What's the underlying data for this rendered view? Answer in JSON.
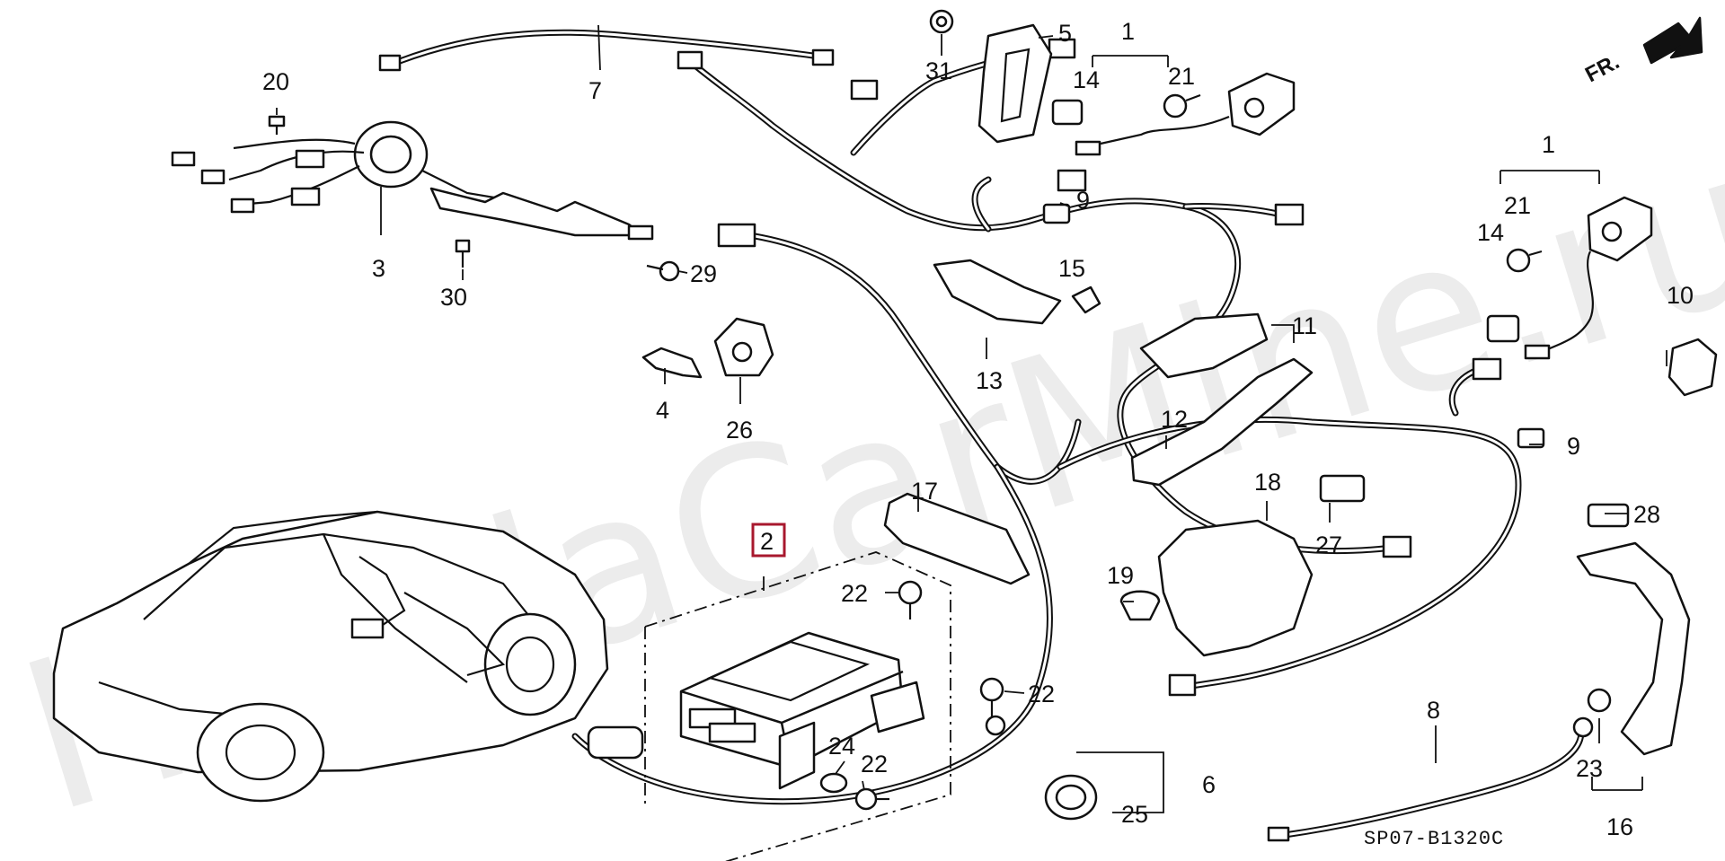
{
  "diagram": {
    "watermark": "HondaCarMine.ru",
    "drawing_code": "SP07-B1320C",
    "direction_label": "FR.",
    "highlighted_part": "2",
    "callouts": [
      {
        "id": "c1a",
        "text": "1"
      },
      {
        "id": "c1b",
        "text": "1"
      },
      {
        "id": "c2",
        "text": "2"
      },
      {
        "id": "c3",
        "text": "3"
      },
      {
        "id": "c4",
        "text": "4"
      },
      {
        "id": "c5",
        "text": "5"
      },
      {
        "id": "c6",
        "text": "6"
      },
      {
        "id": "c7",
        "text": "7"
      },
      {
        "id": "c8",
        "text": "8"
      },
      {
        "id": "c9a",
        "text": "9"
      },
      {
        "id": "c9b",
        "text": "9"
      },
      {
        "id": "c10",
        "text": "10"
      },
      {
        "id": "c11",
        "text": "11"
      },
      {
        "id": "c12",
        "text": "12"
      },
      {
        "id": "c13",
        "text": "13"
      },
      {
        "id": "c14a",
        "text": "14"
      },
      {
        "id": "c14b",
        "text": "14"
      },
      {
        "id": "c15",
        "text": "15"
      },
      {
        "id": "c16",
        "text": "16"
      },
      {
        "id": "c17",
        "text": "17"
      },
      {
        "id": "c18",
        "text": "18"
      },
      {
        "id": "c19",
        "text": "19"
      },
      {
        "id": "c20",
        "text": "20"
      },
      {
        "id": "c21a",
        "text": "21"
      },
      {
        "id": "c21b",
        "text": "21"
      },
      {
        "id": "c22a",
        "text": "22"
      },
      {
        "id": "c22b",
        "text": "22"
      },
      {
        "id": "c22c",
        "text": "22"
      },
      {
        "id": "c23",
        "text": "23"
      },
      {
        "id": "c24",
        "text": "24"
      },
      {
        "id": "c25",
        "text": "25"
      },
      {
        "id": "c26",
        "text": "26"
      },
      {
        "id": "c27",
        "text": "27"
      },
      {
        "id": "c28",
        "text": "28"
      },
      {
        "id": "c29",
        "text": "29"
      },
      {
        "id": "c30",
        "text": "30"
      },
      {
        "id": "c31",
        "text": "31"
      }
    ],
    "colors": {
      "highlight": "#a8182e",
      "ink": "#111111",
      "watermark": "#ececec"
    }
  }
}
